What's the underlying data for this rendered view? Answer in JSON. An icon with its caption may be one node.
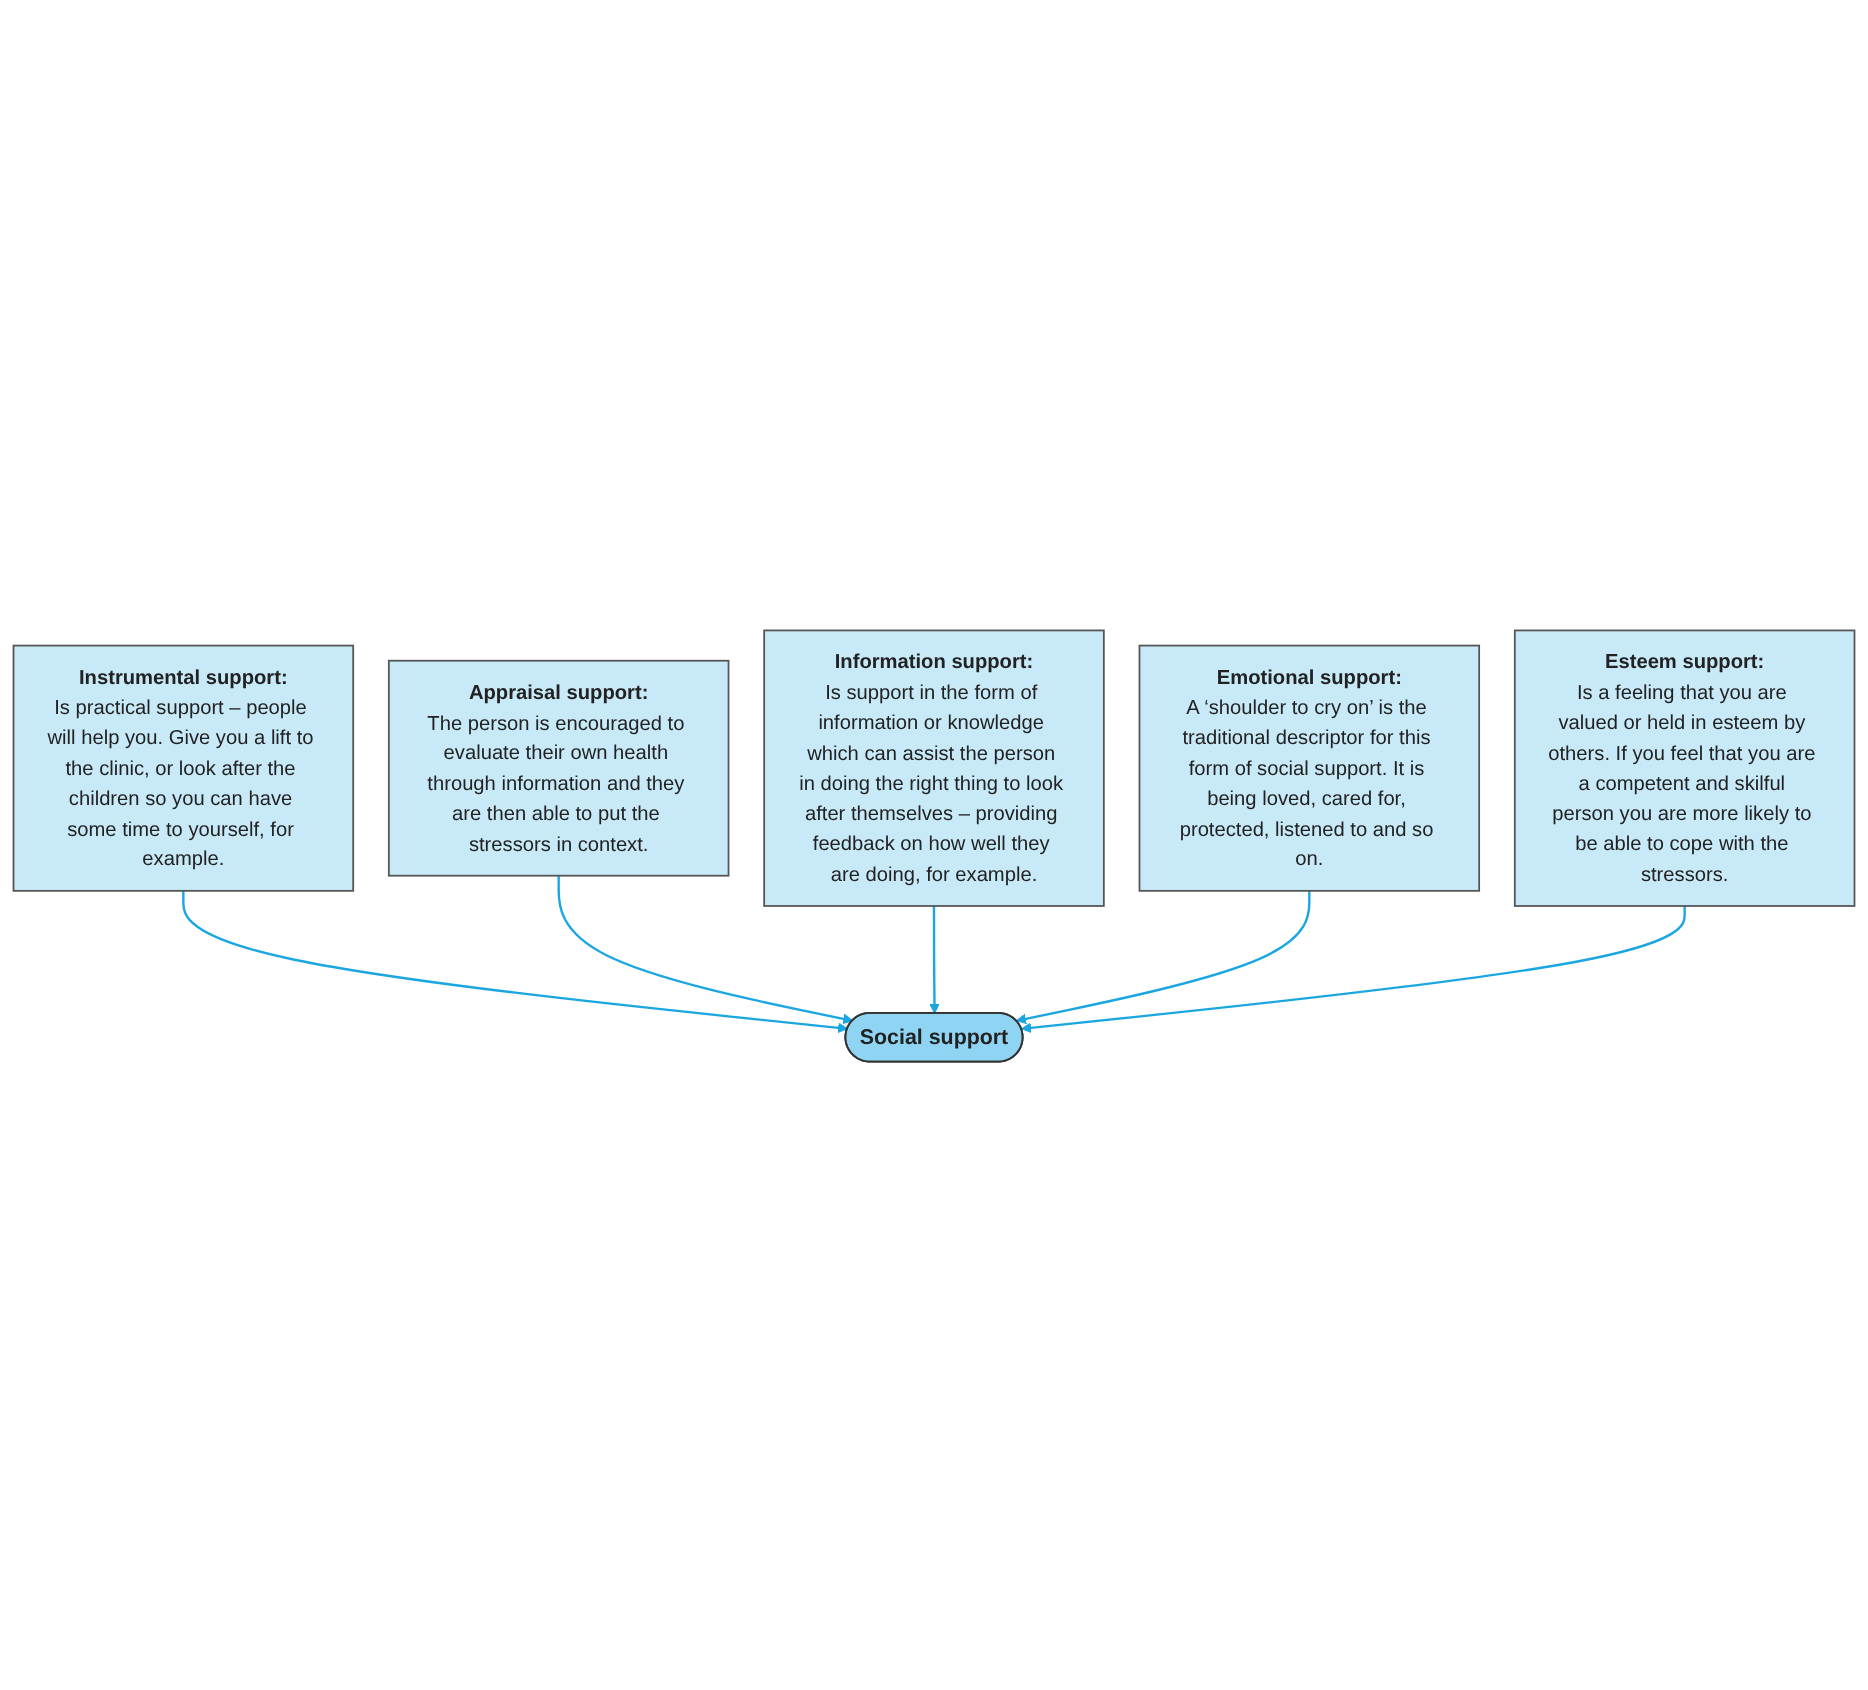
{
  "diagram": {
    "nodes": [
      {
        "text": [
          "Instrumental support:",
          "Is practical support – people will help you. Give you a lift to the clinic, or look after the children so you can have some time to yourself, for example."
        ]
      },
      {
        "text": [
          "Appraisal support:",
          "The person is encouraged to evaluate their own health through information and they are then able to put the stressors in context."
        ]
      },
      {
        "text": [
          "Social support"
        ]
      },
      {
        "text": [
          "Information support:",
          "Is support in the form of information or knowledge which can assist the person in doing the right thing to look after themselves – providing feedback on how well they are doing, for example."
        ]
      },
      {
        "text": [
          "Emotional support:",
          "A ‘shoulder to cry on’ is the traditional descriptor for this form of social support. It is being loved, cared for, protected, listened to and so on."
        ]
      },
      {
        "text": [
          "Esteem support:",
          "Is a feeling that you are valued or held in esteem by others. If you feel that you are a competent and skilful person you are more likely to be able to cope with the stressors."
        ]
      }
    ],
    "edges": [
      {
        "from": 0,
        "to": 2,
        "arrow": "to"
      },
      {
        "from": 1,
        "to": 2,
        "arrow": "to"
      },
      {
        "from": 3,
        "to": 2,
        "arrow": "to"
      },
      {
        "from": 4,
        "to": 2,
        "arrow": "to"
      },
      {
        "from": 5,
        "to": 2,
        "arrow": "to"
      }
    ]
  }
}
